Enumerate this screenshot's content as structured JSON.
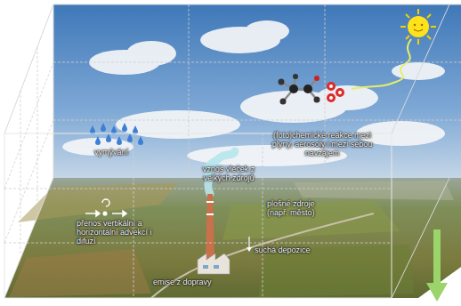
{
  "diagram": {
    "labels": [
      "vymývání",
      "(foto)chemické reakce mezi plyny, aerosoly i mezi sebou navzájem",
      "vznos vleček z velkých zdrojů",
      "plošné zdroje (např. město)",
      "přenos vertikální a horizontální advekcí i difuzí",
      "suchá depozice",
      "emise z dopravy"
    ]
  }
}
